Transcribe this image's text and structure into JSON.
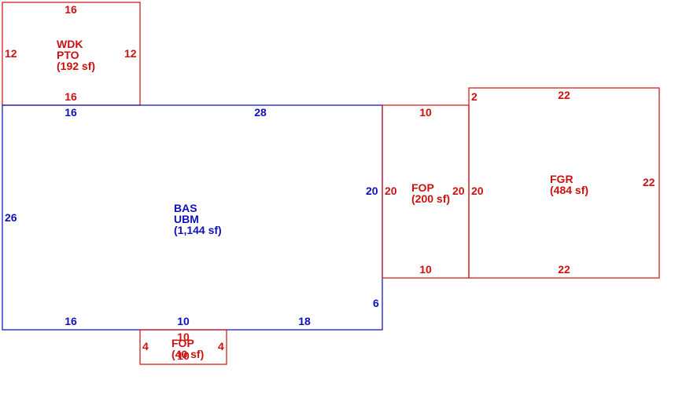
{
  "colors": {
    "red": "#cc1111",
    "blue": "#1010bb"
  },
  "wdk": {
    "line1": "WDK",
    "line2": "PTO",
    "area": "(192 sf)",
    "top": "16",
    "bottom": "16",
    "left": "12",
    "right": "12"
  },
  "bas": {
    "line1": "BAS",
    "line2": "UBM",
    "area": "(1,144 sf)",
    "top_left": "16",
    "top": "28",
    "left": "26",
    "right": "20",
    "bottom_left": "16",
    "bottom_mid": "10",
    "bottom_right": "18",
    "right_small": "6"
  },
  "fop_mid": {
    "line1": "FOP",
    "area": "(200 sf)",
    "top": "10",
    "bottom": "10",
    "left": "20",
    "right": "20"
  },
  "fgr": {
    "line1": "FGR",
    "area": "(484 sf)",
    "top": "22",
    "bottom": "22",
    "left": "20",
    "right": "22",
    "corner": "2"
  },
  "fop_small": {
    "line1": "FOP",
    "area": "(40 sf)",
    "top": "10",
    "bottom": "10",
    "left": "4",
    "right": "4"
  }
}
